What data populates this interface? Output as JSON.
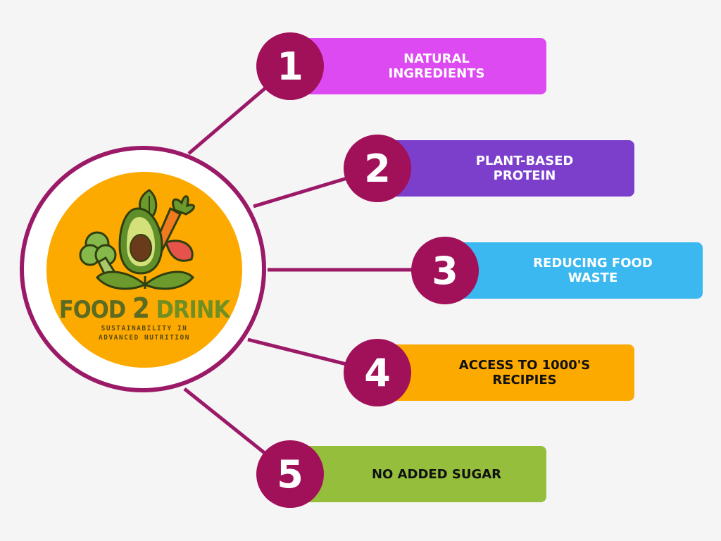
{
  "logo": {
    "brand_word1": "FOOD",
    "brand_number": "2",
    "brand_word2": "DRINK",
    "tagline_line1": "SUSTAINABILITY IN",
    "tagline_line2": "ADVANCED NUTRITION"
  },
  "items": [
    {
      "number": "1",
      "label": "NATURAL\nINGREDIENTS",
      "color": "#dd4af1",
      "text_color": "#ffffff"
    },
    {
      "number": "2",
      "label": "PLANT-BASED\nPROTEIN",
      "color": "#7c3fcc",
      "text_color": "#ffffff"
    },
    {
      "number": "3",
      "label": "REDUCING FOOD\nWASTE",
      "color": "#3bb8f0",
      "text_color": "#ffffff"
    },
    {
      "number": "4",
      "label": "ACCESS TO 1000'S\nRECIPIES",
      "color": "#fdaa00",
      "text_color": "#111111"
    },
    {
      "number": "5",
      "label": "NO ADDED SUGAR",
      "color": "#94be3c",
      "text_color": "#111111"
    }
  ],
  "colors": {
    "hub_ring": "#9b1a68",
    "hub_core": "#fdaa00",
    "number_circle": "#a0115a",
    "background": "#f6f5f6"
  }
}
